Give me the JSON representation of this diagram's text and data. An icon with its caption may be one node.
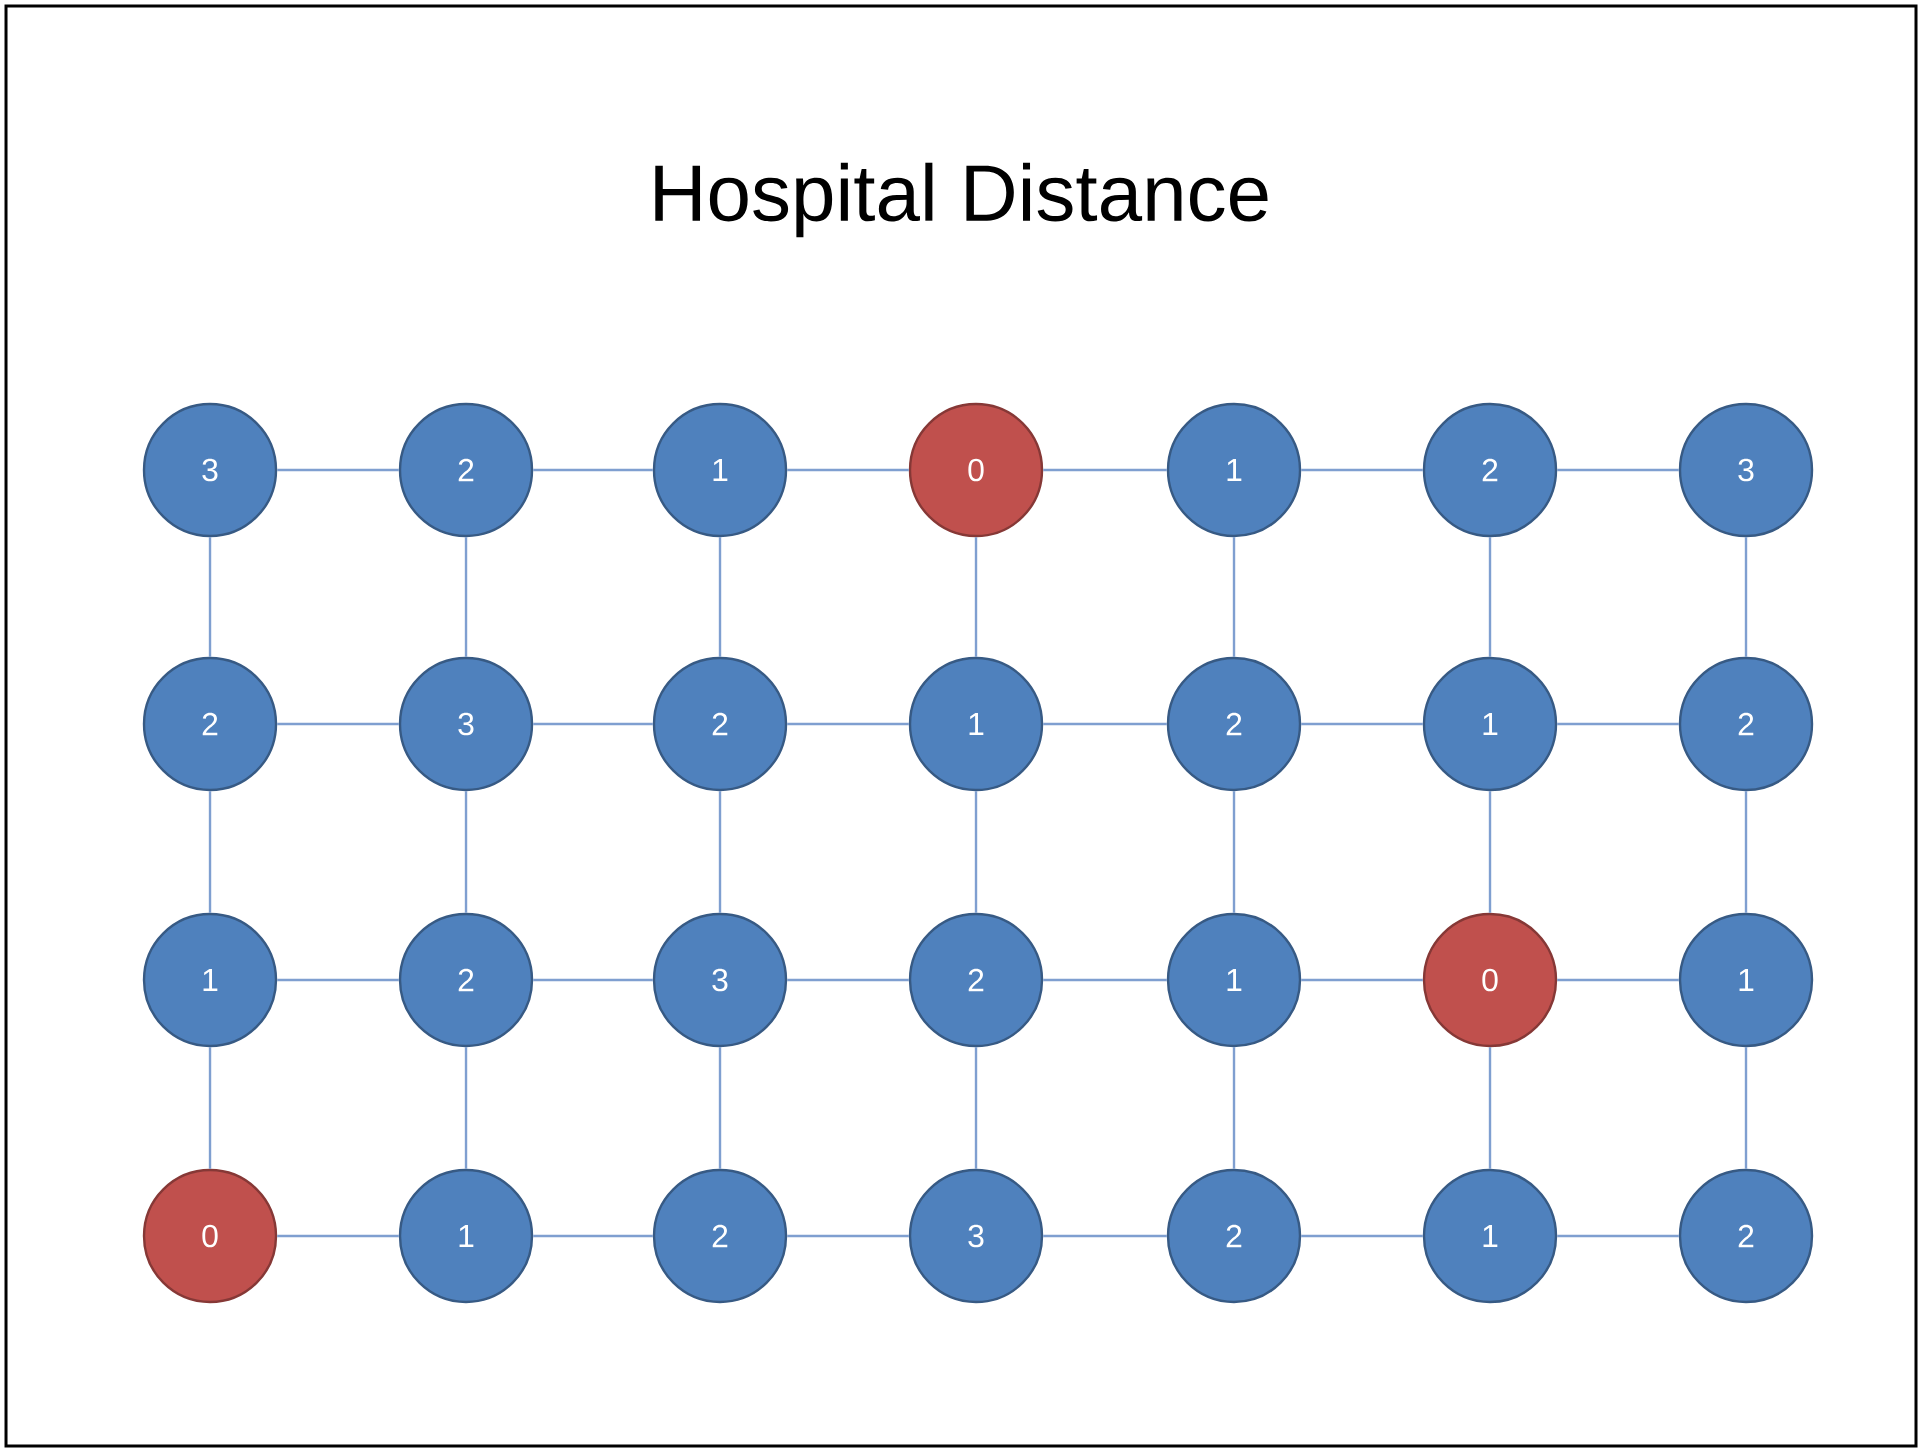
{
  "diagram": {
    "title": "Hospital Distance",
    "nodes": [
      {
        "text": [
          "3"
        ]
      },
      {
        "text": [
          "2"
        ]
      },
      {
        "text": [
          "1"
        ]
      },
      {
        "text": [
          "0"
        ]
      },
      {
        "text": [
          "1"
        ]
      },
      {
        "text": [
          "2"
        ]
      },
      {
        "text": [
          "3"
        ]
      },
      {
        "text": [
          "2"
        ]
      },
      {
        "text": [
          "3"
        ]
      },
      {
        "text": [
          "2"
        ]
      },
      {
        "text": [
          "1"
        ]
      },
      {
        "text": [
          "2"
        ]
      },
      {
        "text": [
          "1"
        ]
      },
      {
        "text": [
          "2"
        ]
      },
      {
        "text": [
          "1"
        ]
      },
      {
        "text": [
          "2"
        ]
      },
      {
        "text": [
          "3"
        ]
      },
      {
        "text": [
          "2"
        ]
      },
      {
        "text": [
          "1"
        ]
      },
      {
        "text": [
          "0"
        ]
      },
      {
        "text": [
          "1"
        ]
      },
      {
        "text": [
          "0"
        ]
      },
      {
        "text": [
          "1"
        ]
      },
      {
        "text": [
          "2"
        ]
      },
      {
        "text": [
          "3"
        ]
      },
      {
        "text": [
          "2"
        ]
      },
      {
        "text": [
          "1"
        ]
      },
      {
        "text": [
          "2"
        ]
      }
    ],
    "edges": [
      {
        "from": 0,
        "to": 1,
        "arrow": "none"
      },
      {
        "from": 1,
        "to": 2,
        "arrow": "none"
      },
      {
        "from": 2,
        "to": 3,
        "arrow": "none"
      },
      {
        "from": 3,
        "to": 4,
        "arrow": "none"
      },
      {
        "from": 4,
        "to": 5,
        "arrow": "none"
      },
      {
        "from": 5,
        "to": 6,
        "arrow": "none"
      },
      {
        "from": 0,
        "to": 7,
        "arrow": "none"
      },
      {
        "from": 1,
        "to": 8,
        "arrow": "none"
      },
      {
        "from": 2,
        "to": 9,
        "arrow": "none"
      },
      {
        "from": 3,
        "to": 10,
        "arrow": "none"
      },
      {
        "from": 4,
        "to": 11,
        "arrow": "none"
      },
      {
        "from": 5,
        "to": 12,
        "arrow": "none"
      },
      {
        "from": 6,
        "to": 13,
        "arrow": "none"
      },
      {
        "from": 7,
        "to": 8,
        "arrow": "none"
      },
      {
        "from": 8,
        "to": 9,
        "arrow": "none"
      },
      {
        "from": 9,
        "to": 10,
        "arrow": "none"
      },
      {
        "from": 10,
        "to": 11,
        "arrow": "none"
      },
      {
        "from": 11,
        "to": 12,
        "arrow": "none"
      },
      {
        "from": 12,
        "to": 13,
        "arrow": "none"
      },
      {
        "from": 7,
        "to": 14,
        "arrow": "none"
      },
      {
        "from": 8,
        "to": 15,
        "arrow": "none"
      },
      {
        "from": 9,
        "to": 16,
        "arrow": "none"
      },
      {
        "from": 10,
        "to": 17,
        "arrow": "none"
      },
      {
        "from": 11,
        "to": 18,
        "arrow": "none"
      },
      {
        "from": 12,
        "to": 19,
        "arrow": "none"
      },
      {
        "from": 13,
        "to": 20,
        "arrow": "none"
      },
      {
        "from": 14,
        "to": 15,
        "arrow": "none"
      },
      {
        "from": 15,
        "to": 16,
        "arrow": "none"
      },
      {
        "from": 16,
        "to": 17,
        "arrow": "none"
      },
      {
        "from": 17,
        "to": 18,
        "arrow": "none"
      },
      {
        "from": 18,
        "to": 19,
        "arrow": "none"
      },
      {
        "from": 19,
        "to": 20,
        "arrow": "none"
      },
      {
        "from": 14,
        "to": 21,
        "arrow": "none"
      },
      {
        "from": 15,
        "to": 22,
        "arrow": "none"
      },
      {
        "from": 16,
        "to": 23,
        "arrow": "none"
      },
      {
        "from": 17,
        "to": 24,
        "arrow": "none"
      },
      {
        "from": 18,
        "to": 25,
        "arrow": "none"
      },
      {
        "from": 19,
        "to": 26,
        "arrow": "none"
      },
      {
        "from": 20,
        "to": 27,
        "arrow": "none"
      },
      {
        "from": 21,
        "to": 22,
        "arrow": "none"
      },
      {
        "from": 22,
        "to": 23,
        "arrow": "none"
      },
      {
        "from": 23,
        "to": 24,
        "arrow": "none"
      },
      {
        "from": 24,
        "to": 25,
        "arrow": "none"
      },
      {
        "from": 25,
        "to": 26,
        "arrow": "none"
      },
      {
        "from": 26,
        "to": 27,
        "arrow": "none"
      }
    ]
  }
}
